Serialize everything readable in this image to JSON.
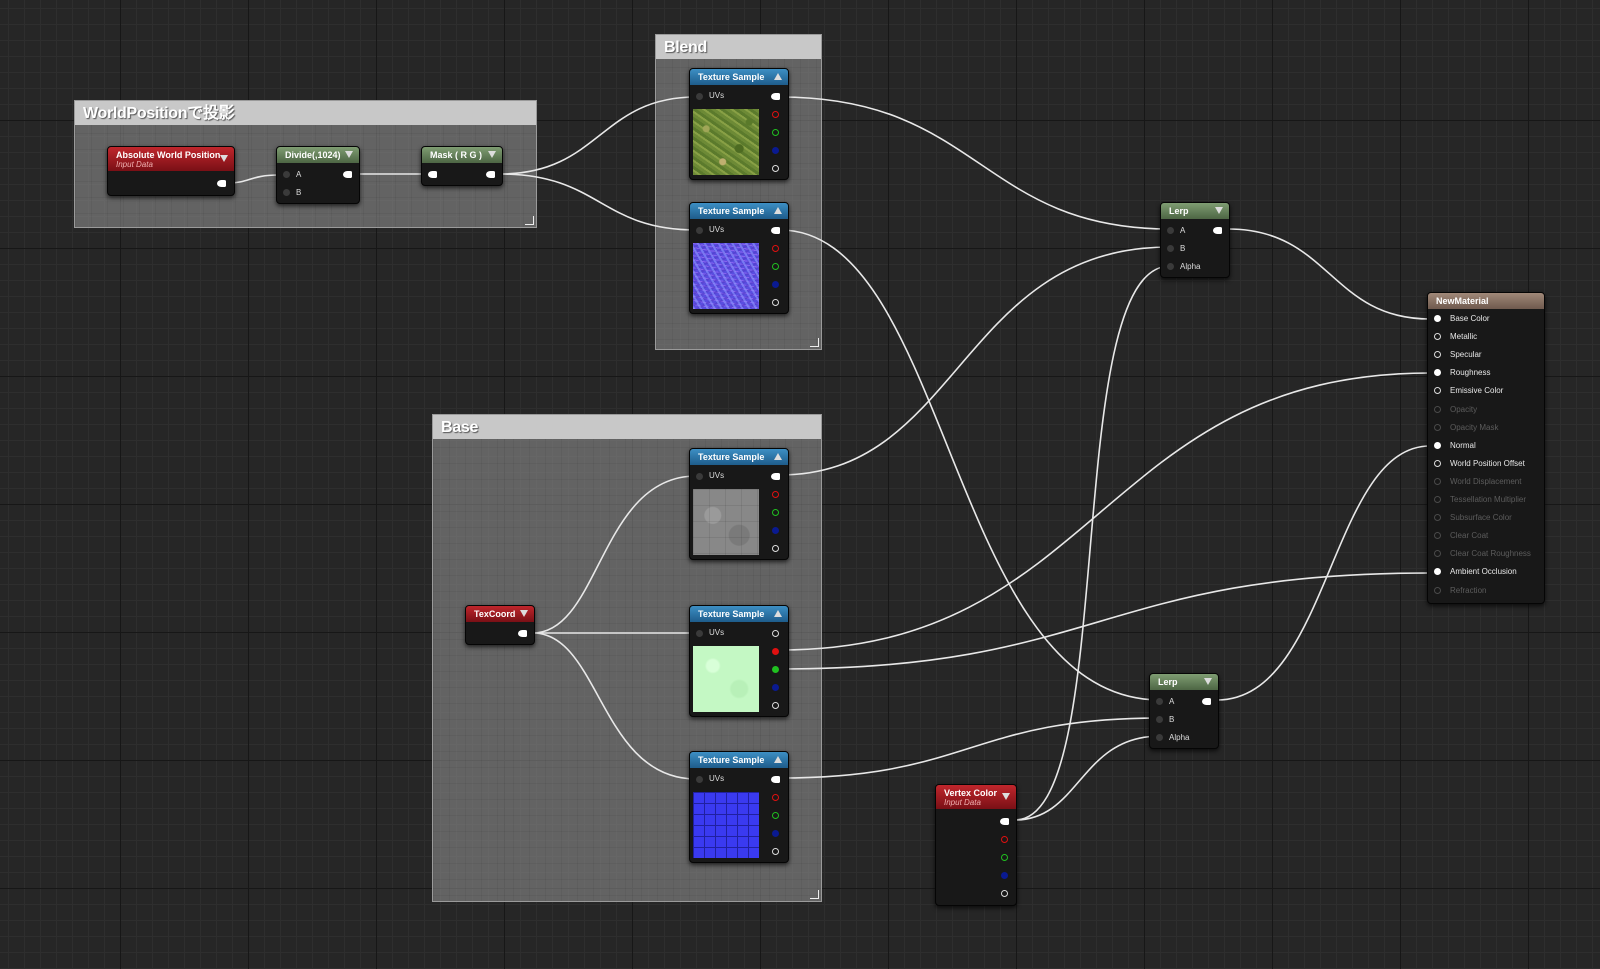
{
  "comments": {
    "worldpos": {
      "title": "WorldPositionで投影"
    },
    "blend": {
      "title": "Blend"
    },
    "base": {
      "title": "Base"
    }
  },
  "nodes": {
    "abs_world_pos": {
      "title": "Absolute World Position",
      "subtitle": "Input Data"
    },
    "divide": {
      "title": "Divide(,1024)",
      "pin_a": "A",
      "pin_b": "B"
    },
    "mask": {
      "title": "Mask ( R G )"
    },
    "tex_blend1": {
      "title": "Texture Sample",
      "uvs": "UVs"
    },
    "tex_blend2": {
      "title": "Texture Sample",
      "uvs": "UVs"
    },
    "tex_base1": {
      "title": "Texture Sample",
      "uvs": "UVs"
    },
    "tex_base2": {
      "title": "Texture Sample",
      "uvs": "UVs"
    },
    "tex_base3": {
      "title": "Texture Sample",
      "uvs": "UVs"
    },
    "texcoord": {
      "title": "TexCoord"
    },
    "vertex_color": {
      "title": "Vertex Color",
      "subtitle": "Input Data"
    },
    "lerp1": {
      "title": "Lerp",
      "pin_a": "A",
      "pin_b": "B",
      "pin_alpha": "Alpha"
    },
    "lerp2": {
      "title": "Lerp",
      "pin_a": "A",
      "pin_b": "B",
      "pin_alpha": "Alpha"
    },
    "material": {
      "title": "NewMaterial",
      "pins": [
        {
          "label": "Base Color",
          "active": true,
          "connected": true
        },
        {
          "label": "Metallic",
          "active": true,
          "connected": false
        },
        {
          "label": "Specular",
          "active": true,
          "connected": false
        },
        {
          "label": "Roughness",
          "active": true,
          "connected": true
        },
        {
          "label": "Emissive Color",
          "active": true,
          "connected": false
        },
        {
          "label": "Opacity",
          "active": false,
          "connected": false
        },
        {
          "label": "Opacity Mask",
          "active": false,
          "connected": false
        },
        {
          "label": "Normal",
          "active": true,
          "connected": true
        },
        {
          "label": "World Position Offset",
          "active": true,
          "connected": false
        },
        {
          "label": "World Displacement",
          "active": false,
          "connected": false
        },
        {
          "label": "Tessellation Multiplier",
          "active": false,
          "connected": false
        },
        {
          "label": "Subsurface Color",
          "active": false,
          "connected": false
        },
        {
          "label": "Clear Coat",
          "active": false,
          "connected": false
        },
        {
          "label": "Clear Coat Roughness",
          "active": false,
          "connected": false
        },
        {
          "label": "Ambient Occlusion",
          "active": true,
          "connected": true
        },
        {
          "label": "Refraction",
          "active": false,
          "connected": false
        }
      ]
    }
  },
  "colors": {
    "wire": "#e8e8e8",
    "header_red": "#a8141c",
    "header_blue": "#2c75ad",
    "header_green": "#6a8560",
    "header_brown": "#8a7264"
  }
}
